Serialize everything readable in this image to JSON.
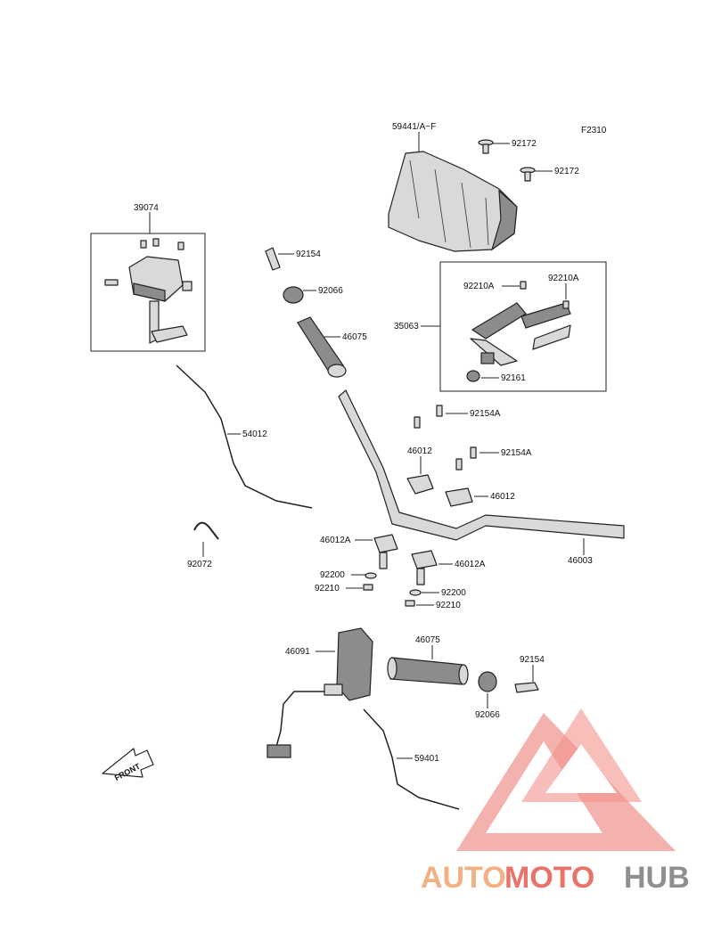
{
  "figure_code": "F2310",
  "labels": {
    "windshield": "59441/A~F",
    "bolt_92172_a": "92172",
    "bolt_92172_b": "92172",
    "master_cylinder": "39074",
    "bolt_92154_top": "92154",
    "weight_92066_top": "92066",
    "grip_46075_top": "46075",
    "bracket_35063": "35063",
    "bolt_92210A_left": "92210A",
    "bolt_92210A_right": "92210A",
    "nut_92161": "92161",
    "cable_54012": "54012",
    "bolt_92154A_top": "92154A",
    "holder_46012_left": "46012",
    "bolt_92154A_mid": "92154A",
    "holder_46012_right": "46012",
    "band_92072": "92072",
    "holder_46012A_left": "46012A",
    "holder_46012A_right": "46012A",
    "handlebar_46003": "46003",
    "washer_92200_left": "92200",
    "bolt_92210_left": "92210",
    "washer_92200_right": "92200",
    "bolt_92210_right": "92210",
    "switch_46091": "46091",
    "grip_46075_bottom": "46075",
    "bolt_92154_bottom": "92154",
    "weight_92066_bottom": "92066",
    "cable_59401": "59401",
    "front_arrow": "FRONT"
  },
  "watermark": {
    "brand_part1": "AUTO",
    "brand_part2": "MOTO",
    "brand_part3": "HUB",
    "color_orange": "#f2b183",
    "color_red": "#e9736a",
    "color_gray": "#8f8f8f",
    "logo_color": "#ee7f78"
  }
}
